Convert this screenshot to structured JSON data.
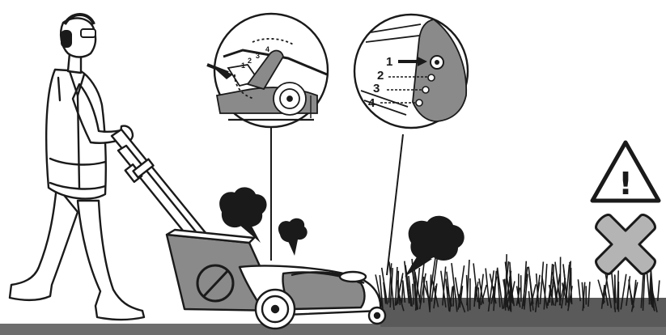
{
  "detail_right": {
    "markers": [
      {
        "label": "1"
      },
      {
        "label": "2"
      },
      {
        "label": "3"
      },
      {
        "label": "4"
      }
    ]
  },
  "detail_left": {
    "markers": [
      {
        "label": "1"
      },
      {
        "label": "2"
      },
      {
        "label": "3"
      },
      {
        "label": "4"
      }
    ]
  },
  "warning_icon": {
    "symbol": "!"
  },
  "colors": {
    "ink": "#1a1a1a",
    "ground": "#6e6e6e",
    "grass_bed": "#5a5a5a",
    "mower_body": "#8a8a8a",
    "cross_fill": "#b4b4b4",
    "exhaust": "#1a1a1a"
  },
  "icons": [
    "person-operator-icon",
    "ear-defender-icon",
    "lawn-mower-icon",
    "exhaust-cloud-icon",
    "warning-triangle-icon",
    "prohibited-cross-icon",
    "height-adjust-lever-icon"
  ]
}
